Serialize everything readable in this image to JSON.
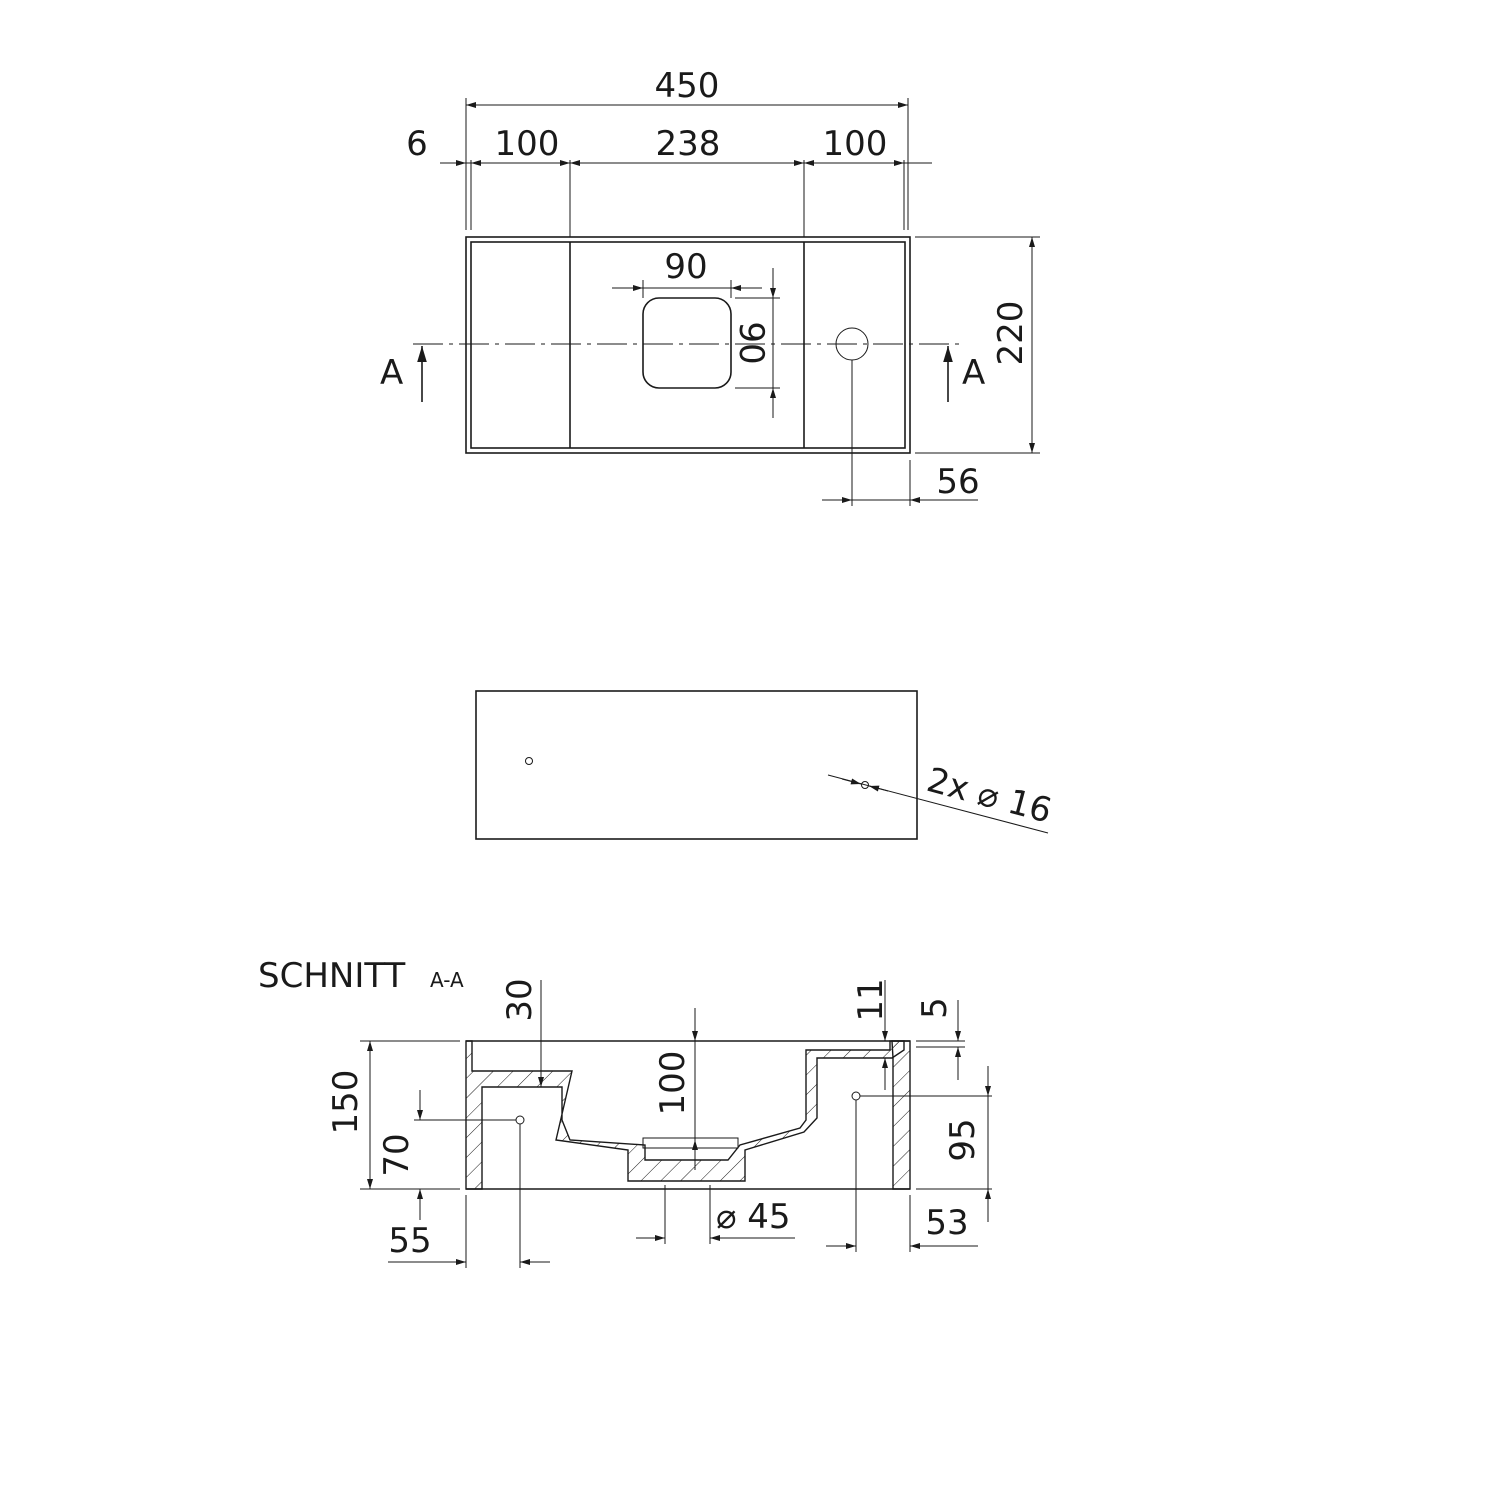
{
  "top_view": {
    "dims": {
      "overall_width": "450",
      "edge": "6",
      "left_zone": "100",
      "middle_zone": "238",
      "right_zone": "100",
      "drain_width": "90",
      "drain_height": "90",
      "depth": "220",
      "tap_offset": "56"
    },
    "section_marker_left": "A",
    "section_marker_right": "A"
  },
  "side_view": {
    "hole_label": "2x ⌀ 16"
  },
  "section_view": {
    "title": "SCHNITT",
    "title_suffix": "A-A",
    "dims": {
      "shelf_depth": "30",
      "basin_depth": "100",
      "rim_11": "11",
      "rim_5": "5",
      "height": "150",
      "hole_height": "70",
      "hole_offset_left": "55",
      "drain_diameter": "⌀ 45",
      "hole_offset_right": "53",
      "right_hole_height": "95"
    }
  }
}
